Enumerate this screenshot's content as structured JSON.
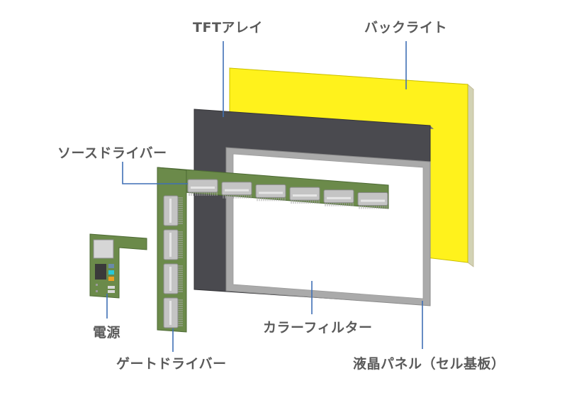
{
  "diagram": {
    "labels": {
      "tft_array": "TFTアレイ",
      "backlight": "バックライト",
      "source_driver": "ソースドライバー",
      "power_supply": "電源",
      "gate_driver": "ゲートドライバー",
      "color_filter": "カラーフィルター",
      "lcd_panel": "液晶パネル（セル基板）"
    },
    "colors": {
      "backlight": "#fff21c",
      "tft_array": "#4a4a4f",
      "color_filter_frame": "#aaaaaa",
      "pcb": "#6b8a4a",
      "chip": "#c4c4c4",
      "leader_line": "#3f6fb5",
      "label_text": "#5a5a5a"
    }
  }
}
